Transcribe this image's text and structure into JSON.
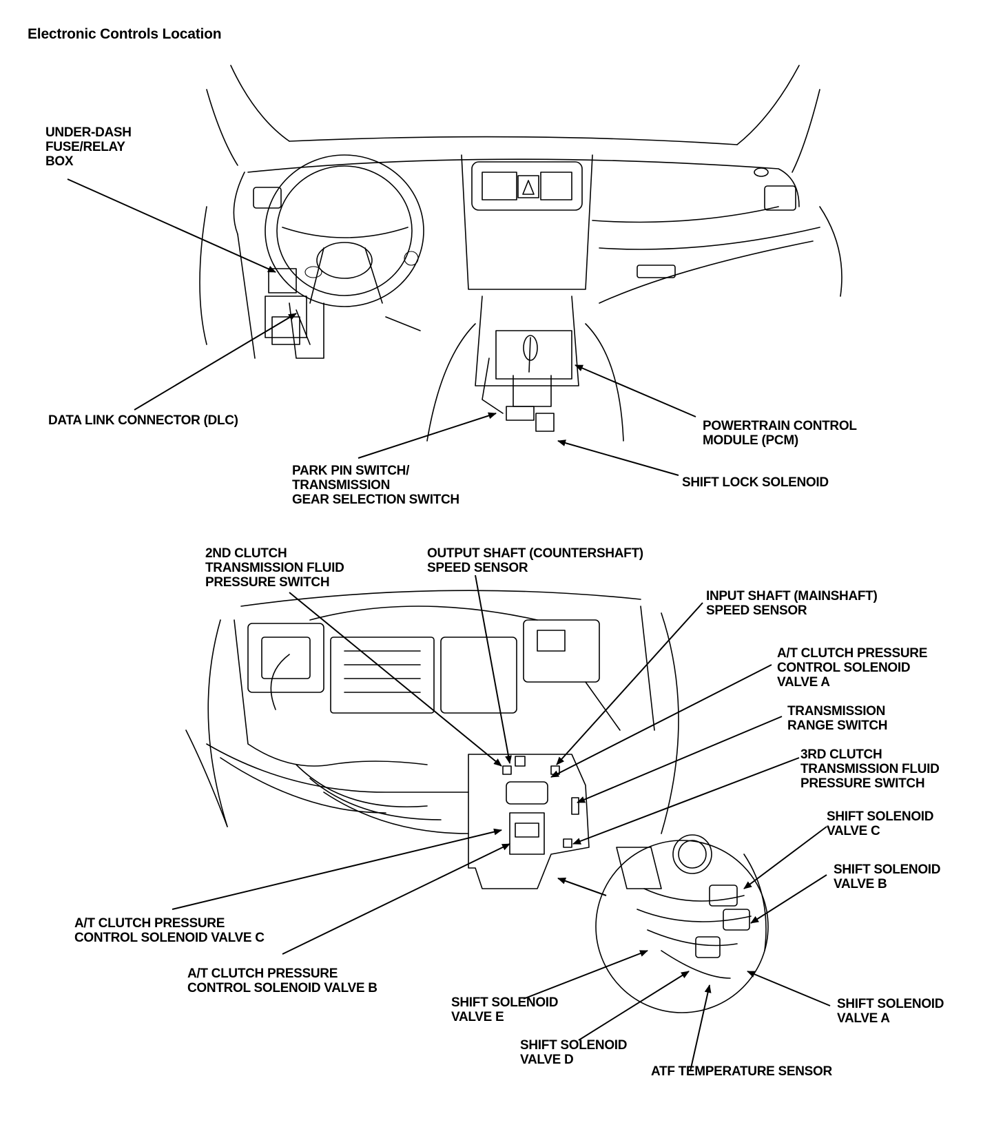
{
  "title": "Electronic Controls Location",
  "labels": {
    "under_dash_fuse_relay_box": [
      "UNDER-DASH",
      "FUSE/RELAY",
      "BOX"
    ],
    "data_link_connector": [
      "DATA LINK CONNECTOR (DLC)"
    ],
    "powertrain_control_module": [
      "POWERTRAIN CONTROL",
      "MODULE (PCM)"
    ],
    "park_pin_switch": [
      "PARK PIN SWITCH/",
      "TRANSMISSION",
      "GEAR SELECTION SWITCH"
    ],
    "shift_lock_solenoid": [
      "SHIFT LOCK SOLENOID"
    ],
    "second_clutch_pressure_switch": [
      "2ND CLUTCH",
      "TRANSMISSION FLUID",
      "PRESSURE SWITCH"
    ],
    "output_shaft_speed_sensor": [
      "OUTPUT SHAFT (COUNTERSHAFT)",
      "SPEED SENSOR"
    ],
    "input_shaft_speed_sensor": [
      "INPUT SHAFT (MAINSHAFT)",
      "SPEED SENSOR"
    ],
    "clutch_pressure_valve_a": [
      "A/T CLUTCH PRESSURE",
      "CONTROL SOLENOID",
      "VALVE A"
    ],
    "transmission_range_switch": [
      "TRANSMISSION",
      "RANGE SWITCH"
    ],
    "third_clutch_pressure_switch": [
      "3RD CLUTCH",
      "TRANSMISSION FLUID",
      "PRESSURE SWITCH"
    ],
    "shift_solenoid_c": [
      "SHIFT SOLENOID",
      "VALVE C"
    ],
    "shift_solenoid_b": [
      "SHIFT SOLENOID",
      "VALVE B"
    ],
    "clutch_pressure_valve_c": [
      "A/T CLUTCH PRESSURE",
      "CONTROL SOLENOID VALVE C"
    ],
    "clutch_pressure_valve_b": [
      "A/T CLUTCH PRESSURE",
      "CONTROL SOLENOID VALVE B"
    ],
    "shift_solenoid_e": [
      "SHIFT SOLENOID",
      "VALVE E"
    ],
    "shift_solenoid_a": [
      "SHIFT SOLENOID",
      "VALVE A"
    ],
    "shift_solenoid_d": [
      "SHIFT SOLENOID",
      "VALVE D"
    ],
    "atf_temperature_sensor": [
      "ATF TEMPERATURE SENSOR"
    ]
  }
}
